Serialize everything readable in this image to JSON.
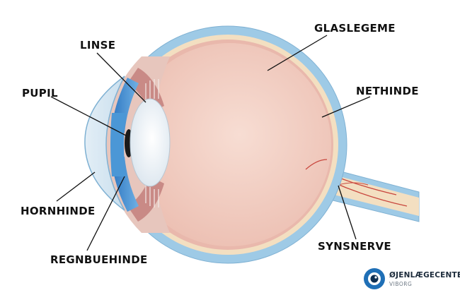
{
  "labels": {
    "linse": "LINSE",
    "pupil": "PUPIL",
    "hornhinde": "HORNHINDE",
    "regnbuehinde": "REGNBUEHINDE",
    "glaslegeme": "GLASLEGEME",
    "nethinde": "NETHINDE",
    "synsnerve": "SYNSNERVE"
  },
  "logo": {
    "name": "ØJENLÆGECENTER",
    "sub": "VIBORG"
  },
  "colors": {
    "sclera_blue": "#9ecae6",
    "retina_cream": "#f3dfc1",
    "choroid_pink": "#e9b8ac",
    "vitreous": "#f2cfc4",
    "iris_blue": "#3f8fd4",
    "lens": "#eef3f7",
    "vessel_red": "#c8463d",
    "brand_blue": "#1f6fb6"
  }
}
